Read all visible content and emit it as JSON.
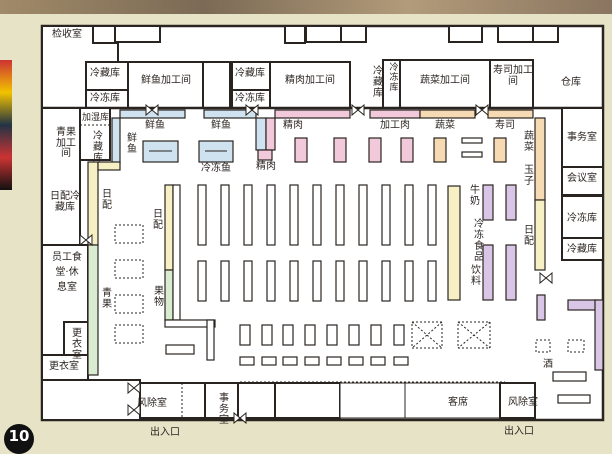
{
  "title": "超市平面图",
  "page_number": "10",
  "colors": {
    "fish": "#cfe2f0",
    "meat": "#f1c9da",
    "veg": "#f6dab3",
    "daily": "#f6f0c4",
    "fruit": "#d9ecd2",
    "frozen": "#d9c5e6",
    "wall": "#2a2420"
  },
  "rooms": {
    "inspection": "检收室",
    "cold_storage_1": "冷藏库",
    "freezer_1": "冷冻库",
    "fish_processing": "鲜鱼加工间",
    "cold_storage_2": "冷藏库",
    "freezer_2": "冷冻库",
    "meat_processing": "精肉加工间",
    "cold_storage_3": "冷藏库",
    "freezer_3": "冷冻库",
    "veg_processing": "蔬菜加工间",
    "sushi_processing": "寿司加工间",
    "warehouse": "仓库",
    "humidify_room": "加湿库",
    "cold_storage_4": "冷藏库",
    "produce_processing": "青果加工间",
    "office_1": "事务室",
    "meeting_room": "会议室",
    "freezer_4": "冷冻库",
    "cold_storage_5": "冷藏库",
    "daily_cold_storage": "日配冷藏库",
    "staff_canteen": "员工食堂·休息室",
    "locker_1": "更衣室",
    "locker_2": "更衣室",
    "windbreak_1": "风除室",
    "office_2": "事务室",
    "seating": "客席",
    "windbreak_2": "风除室"
  },
  "sections": {
    "fish_1": "鲜鱼",
    "fish_2": "鲜鱼",
    "fish_3": "鲜鱼",
    "frozen_fish": "冷冻鱼",
    "meat_1": "精肉",
    "meat_2": "精肉",
    "processed_meat": "加工肉",
    "vegetables_1": "蔬菜",
    "sushi": "寿司",
    "vegetables_2": "蔬菜",
    "eggs": "玉子",
    "daily_1": "日配",
    "daily_2": "日配",
    "daily_3": "日配",
    "milk": "牛奶",
    "frozen_food": "冷冻食品",
    "drinks": "饮料",
    "produce": "青果",
    "fruit": "果物",
    "liquor": "酒"
  },
  "entrances": {
    "left": "出入口",
    "right": "出入口"
  }
}
